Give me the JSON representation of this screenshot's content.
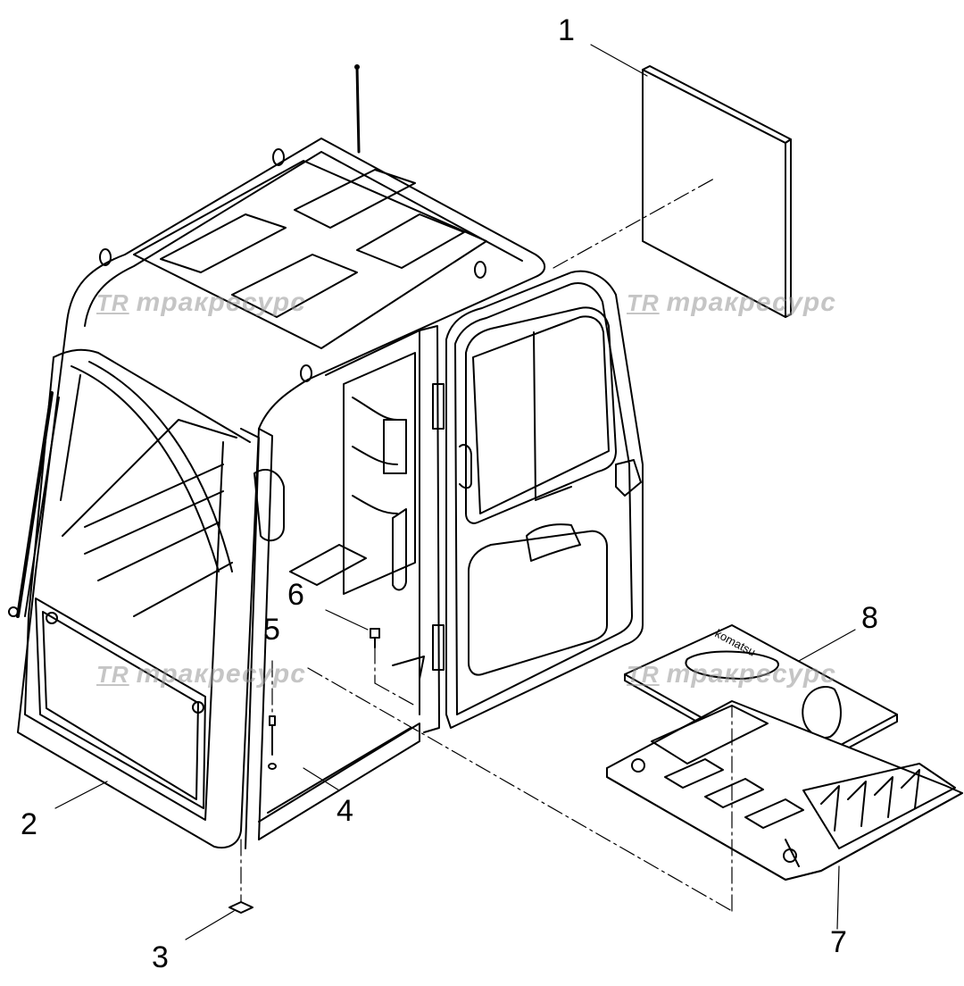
{
  "callouts": {
    "p1": "1",
    "p2": "2",
    "p3": "3",
    "p4": "4",
    "p5": "5",
    "p6": "6",
    "p7": "7",
    "p8": "8"
  },
  "watermark": {
    "logo": "TR",
    "text": "тракресурс"
  },
  "mat_text": {
    "brand": "komatsu"
  },
  "colors": {
    "line": "#000000",
    "watermark": "#969696"
  }
}
